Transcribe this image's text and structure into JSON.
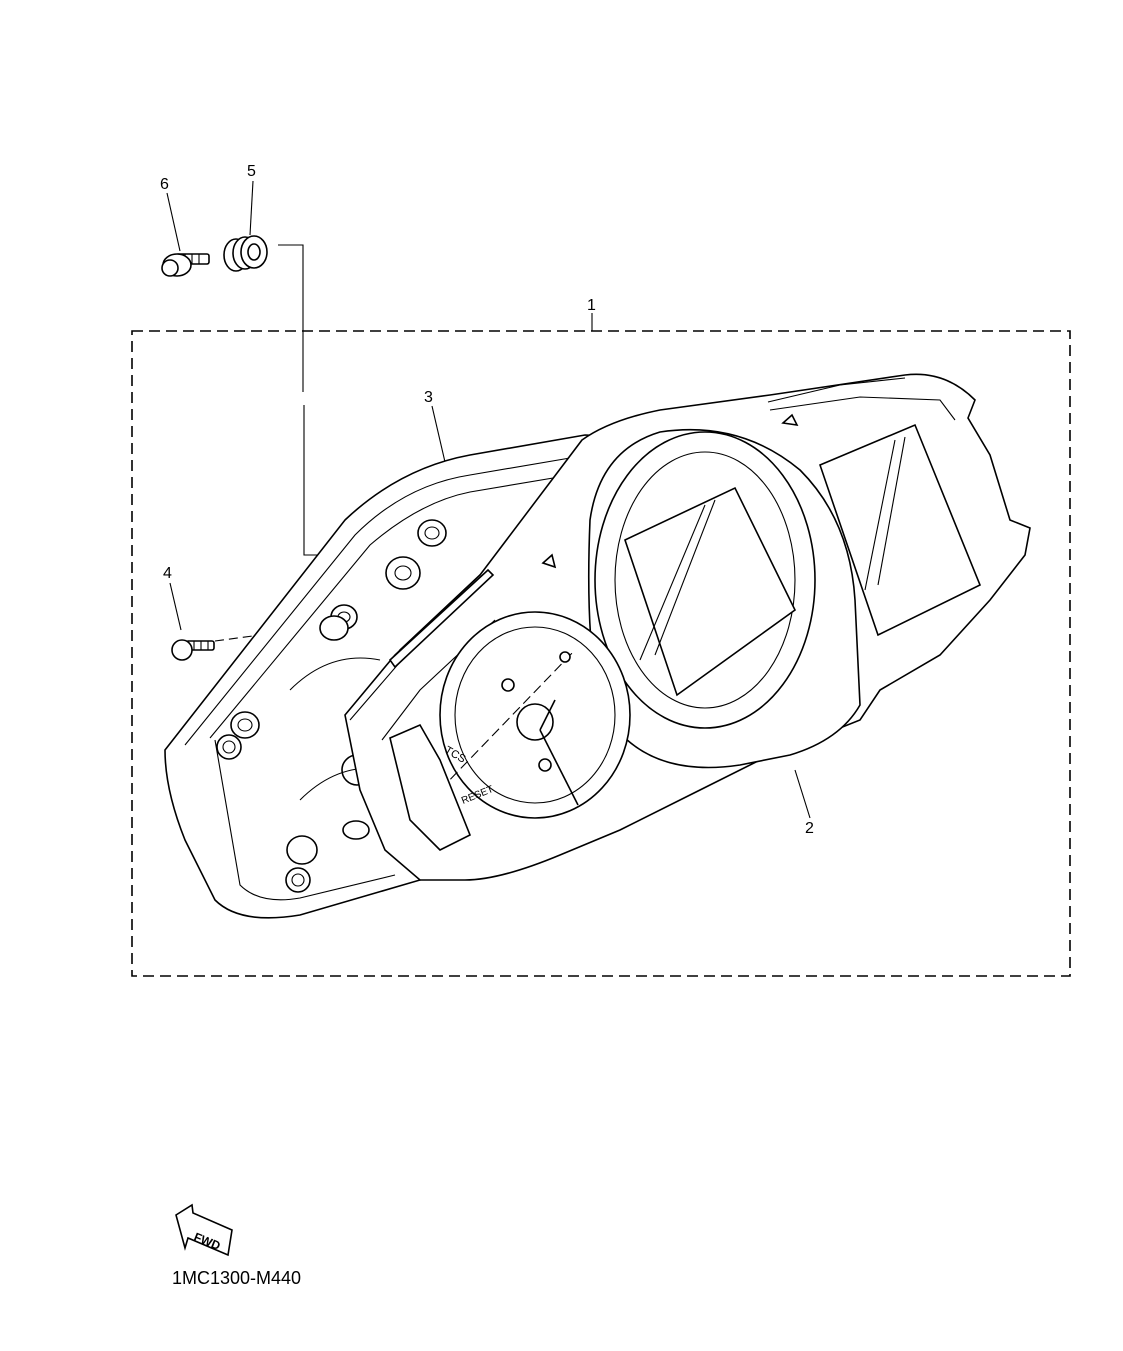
{
  "callouts": {
    "c1": "1",
    "c2": "2",
    "c3": "3",
    "c4": "4",
    "c5": "5",
    "c6": "6"
  },
  "panel_labels": {
    "tcs": "TCS",
    "reset": "RESET"
  },
  "fwd_label": "FWD",
  "diagram_code": "1MC1300-M440"
}
